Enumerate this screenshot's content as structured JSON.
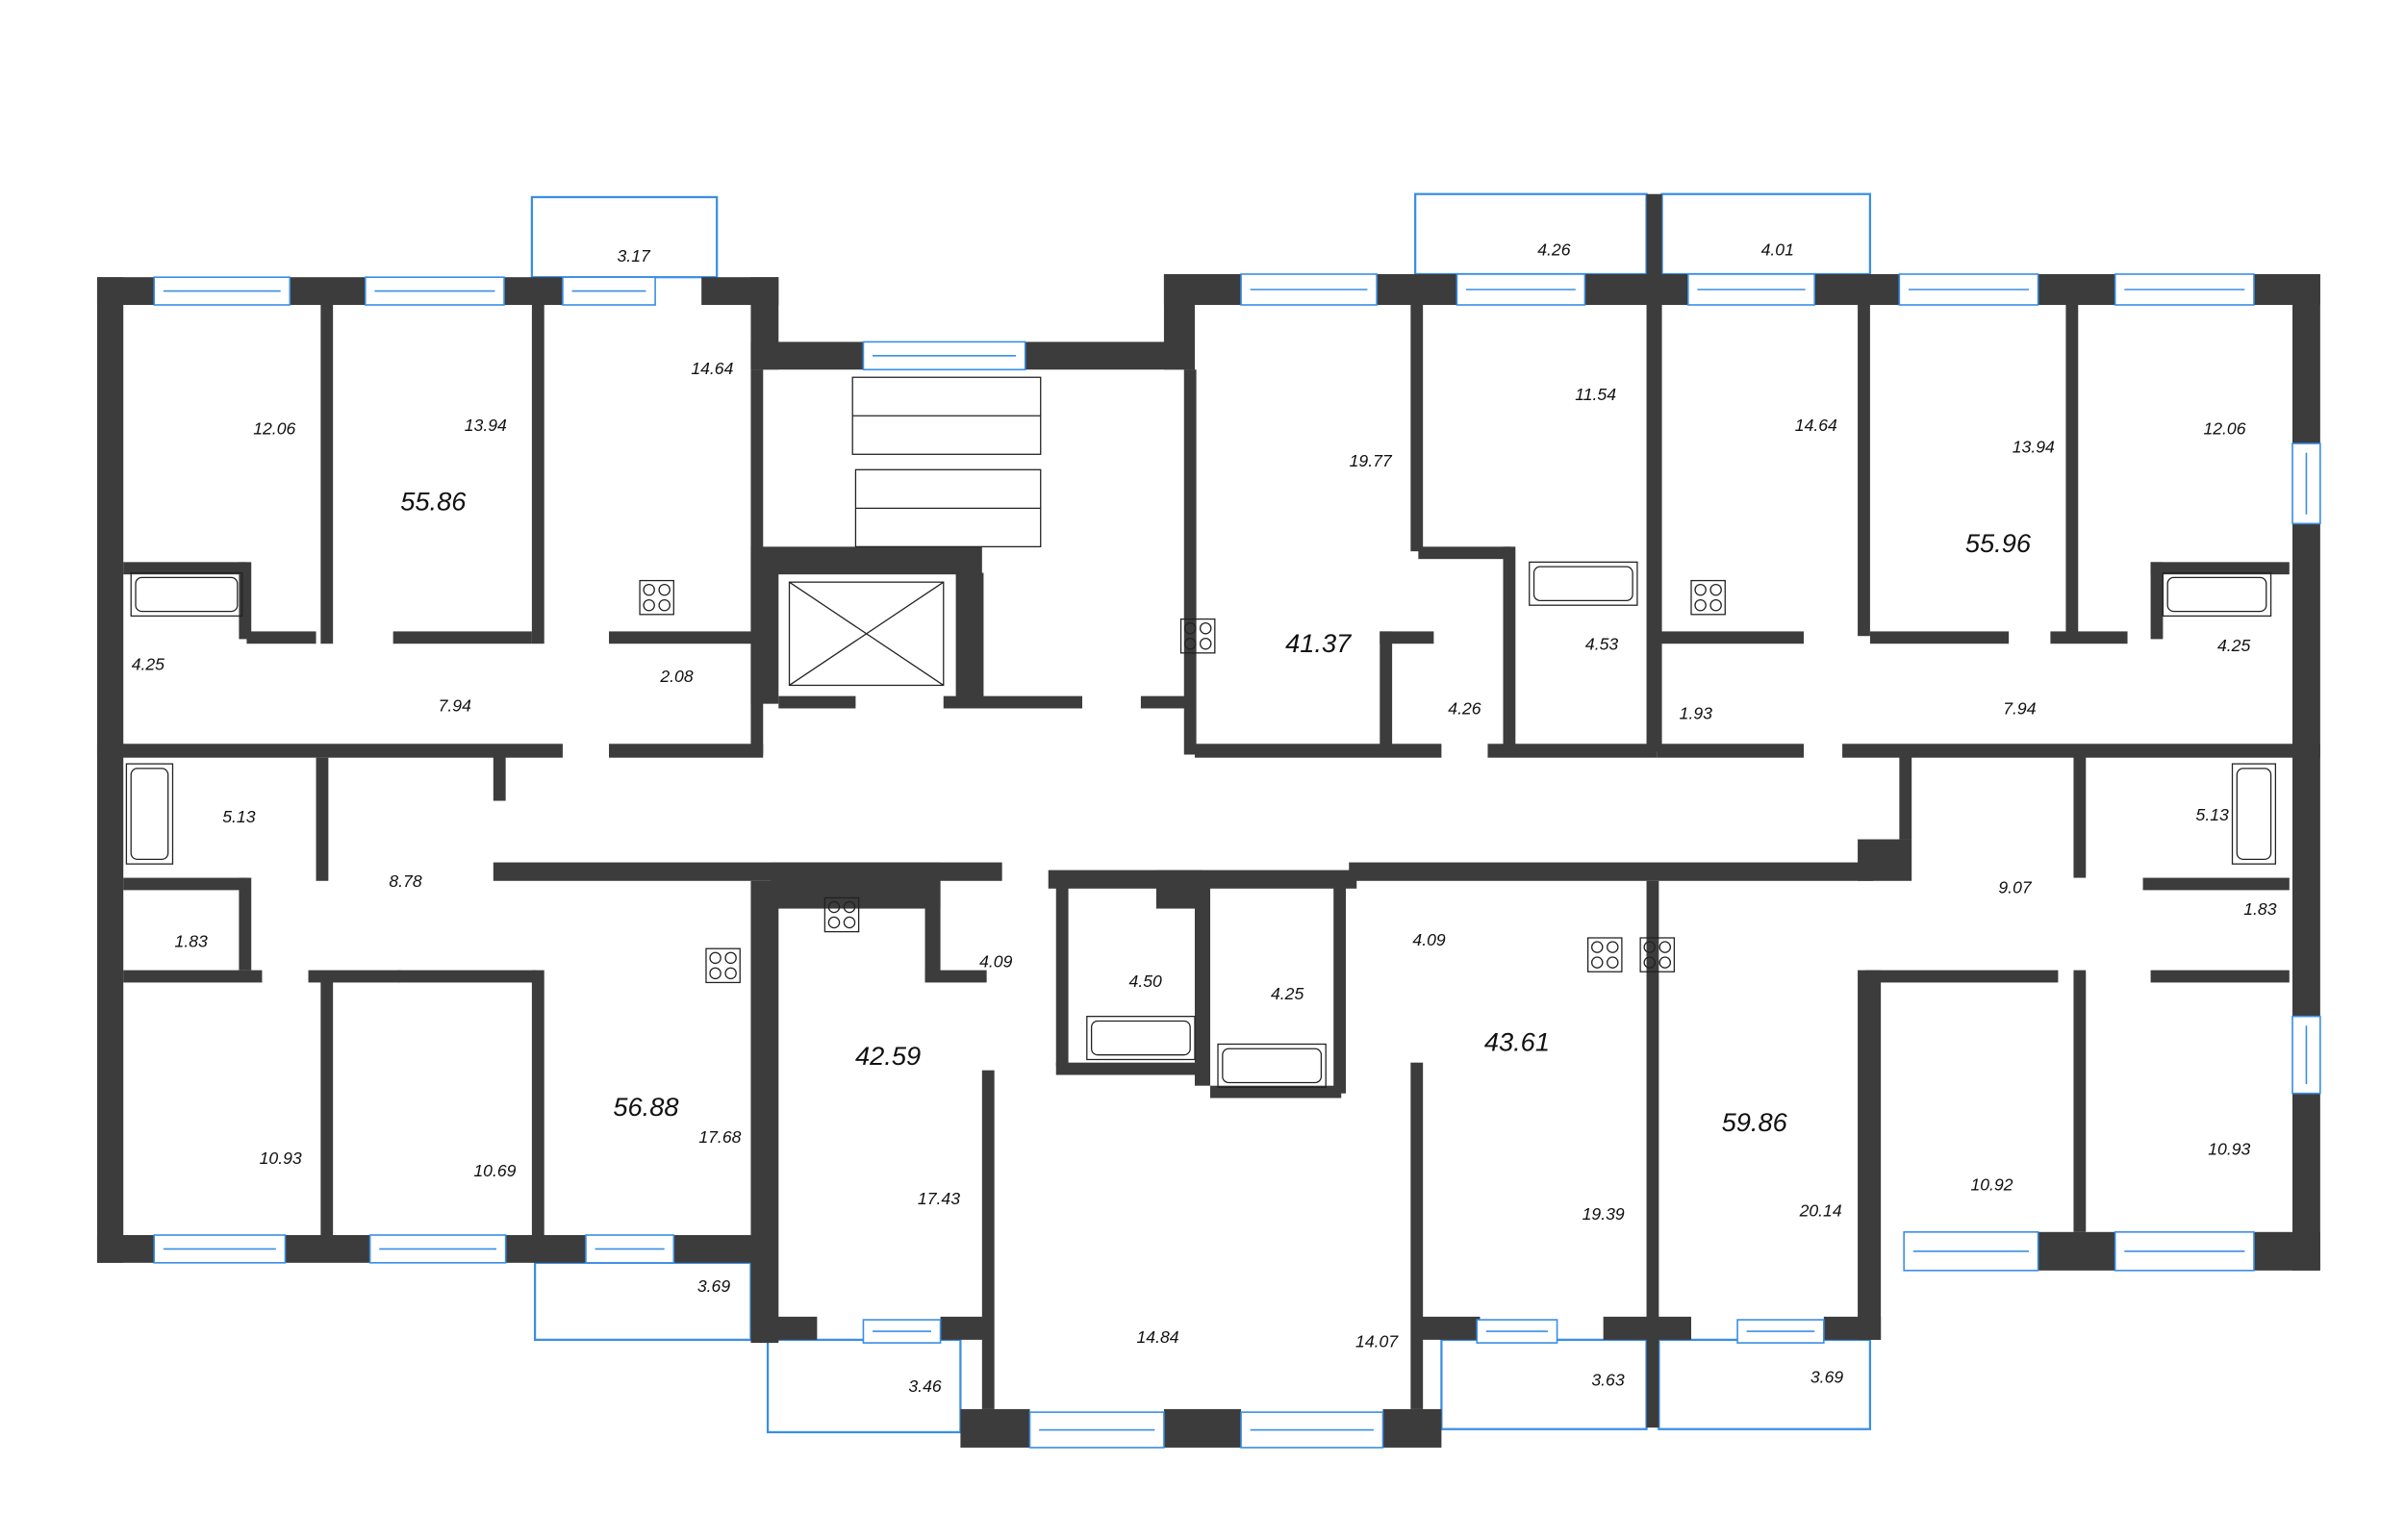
{
  "colors": {
    "wall": "#3c3c3c",
    "window": "#3a8ee6",
    "background": "#ffffff"
  },
  "apartments": [
    {
      "id": "apt-top-left",
      "total": "55.86",
      "rooms": [
        "3.17",
        "14.64",
        "12.06",
        "13.94",
        "4.25",
        "7.94",
        "2.08"
      ]
    },
    {
      "id": "apt-bottom-left",
      "total": "56.88",
      "rooms": [
        "5.13",
        "8.78",
        "1.83",
        "10.93",
        "10.69",
        "17.68",
        "3.69"
      ]
    },
    {
      "id": "apt-bottom-center-left",
      "total": "42.59",
      "rooms": [
        "17.43",
        "4.09",
        "4.50",
        "3.46",
        "14.84"
      ]
    },
    {
      "id": "apt-bottom-center-right",
      "total": "43.61",
      "rooms": [
        "4.25",
        "14.07",
        "4.09",
        "19.39",
        "3.63"
      ]
    },
    {
      "id": "apt-bottom-right",
      "total": "59.86",
      "rooms": [
        "20.14",
        "3.69",
        "9.07",
        "1.83",
        "5.13",
        "10.92",
        "10.93"
      ]
    },
    {
      "id": "apt-top-center",
      "total": "41.37",
      "rooms": [
        "19.77",
        "4.26",
        "4.26",
        "11.54",
        "4.53"
      ]
    },
    {
      "id": "apt-top-right",
      "total": "55.96",
      "rooms": [
        "4.01",
        "14.64",
        "13.94",
        "12.06",
        "1.93",
        "7.94",
        "4.25"
      ]
    }
  ]
}
